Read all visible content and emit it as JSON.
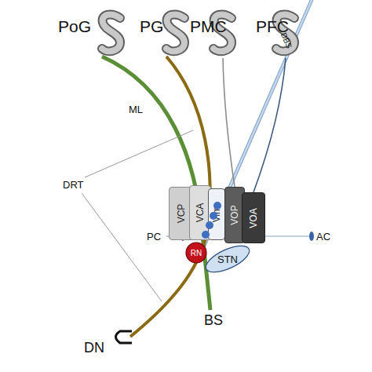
{
  "diagram": {
    "nodes": [
      {
        "text": [
          "PoG"
        ]
      },
      {
        "text": [
          "PG"
        ]
      },
      {
        "text": [
          "PMC"
        ]
      },
      {
        "text": [
          "PFC"
        ]
      },
      {
        "text": [
          "VCP"
        ]
      },
      {
        "text": [
          "VCA"
        ]
      },
      {
        "text": [
          "Vim"
        ]
      },
      {
        "text": [
          "VOP"
        ]
      },
      {
        "text": [
          "VOA"
        ]
      },
      {
        "text": [
          "RN"
        ]
      },
      {
        "text": [
          "STN"
        ]
      }
    ],
    "edges": [
      {
        "from": 2,
        "to": 7,
        "arrow": "none"
      },
      {
        "from": 3,
        "to": 8,
        "arrow": "none"
      }
    ],
    "labels": [
      "DBS",
      "ML",
      "DRT",
      "PC",
      "AC",
      "BS",
      "DN"
    ]
  }
}
